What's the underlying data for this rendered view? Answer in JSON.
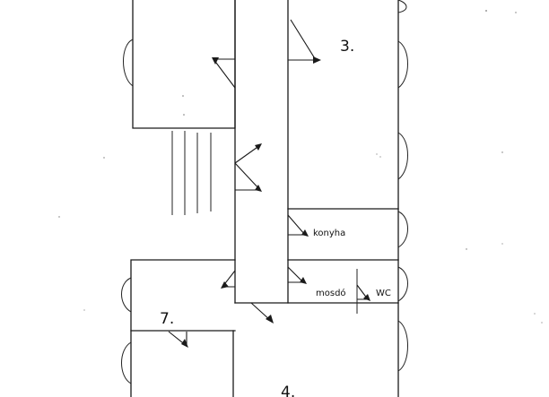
{
  "rooms": {
    "room3": "3.",
    "room7": "7.",
    "room4": "4.",
    "kitchen": "konyha",
    "washroom": "mosdó",
    "toilet": "WC"
  }
}
